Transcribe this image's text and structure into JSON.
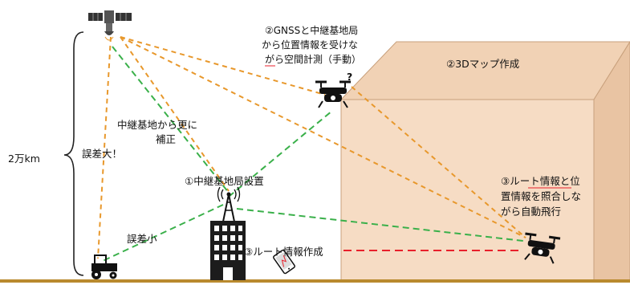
{
  "labels": {
    "distance": "2万km",
    "error_large": "誤差大！",
    "error_small": "誤差小",
    "correction_line1": "中継基地から更に",
    "correction_line2": "補正",
    "relay_install": "①中継基地局設置",
    "gnss_line1": "②GNSSと中継基地局",
    "gnss_line2": "から位置情報を受けな",
    "gnss_line3": "がら空間計測（手動）",
    "question_mark": "?",
    "map_3d": "②3Dマップ作成",
    "route_create": "③ルート情報作成",
    "autofly_line1": "③ルート情報と位",
    "autofly_line2": "置情報を照合しな",
    "autofly_line3": "がら自動飛行"
  },
  "colors": {
    "box_front": "#f6dcc4",
    "box_top": "#f1d2b5",
    "box_side": "#e9c4a3",
    "box_edge": "#c8a07c",
    "ground": "#b98a2e",
    "orange_dash": "#e8982c",
    "green_dash": "#3ab04a",
    "red_dash": "#e8202c",
    "building": "#1c1c1c",
    "underline_red": "#e8202c"
  },
  "icons": [
    "satellite-icon",
    "drone-icon",
    "tower-icon",
    "building-icon",
    "tractor-icon",
    "smartphone-icon"
  ]
}
